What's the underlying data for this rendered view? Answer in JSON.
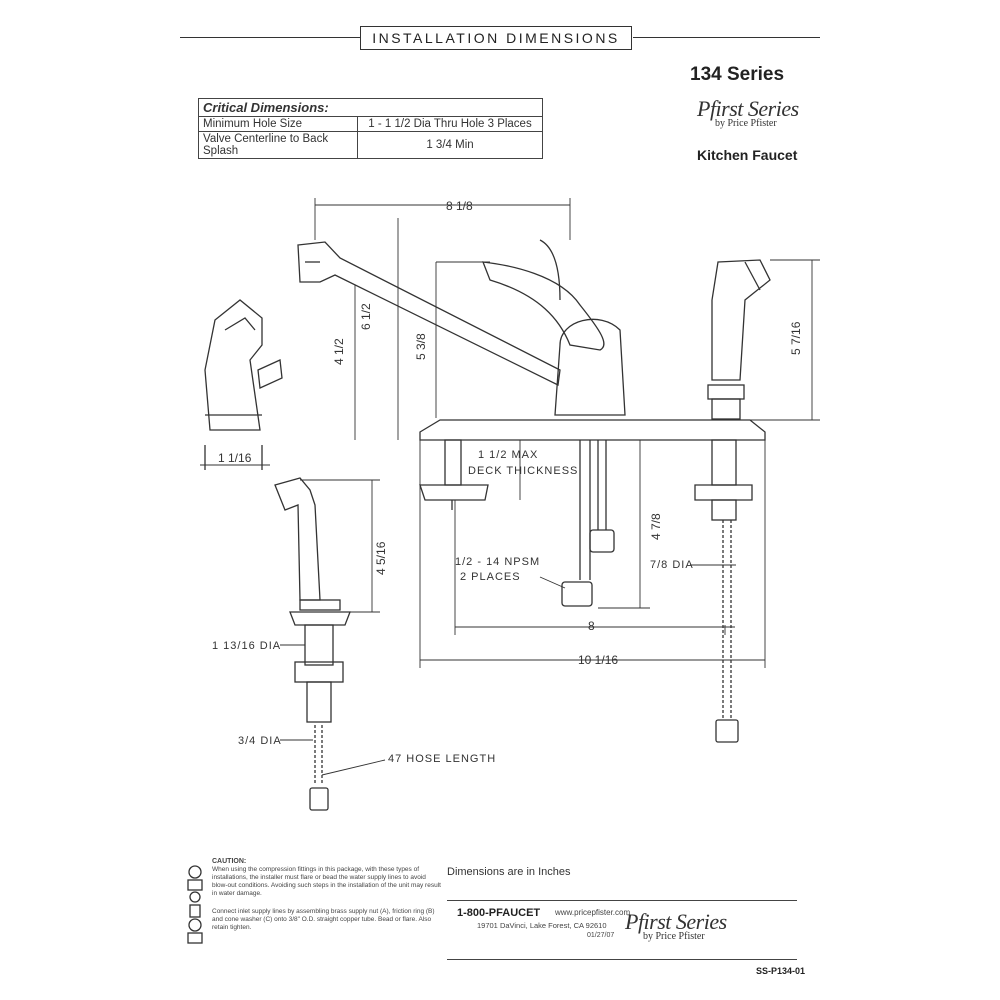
{
  "header": {
    "title": "INSTALLATION DIMENSIONS",
    "series": "134 Series",
    "brand_main": "Pfirst Series",
    "brand_sub": "by Price Pfister",
    "product": "Kitchen Faucet"
  },
  "table": {
    "heading": "Critical Dimensions:",
    "rows": [
      {
        "label": "Minimum Hole Size",
        "value": "1 - 1 1/2 Dia Thru Hole 3 Places"
      },
      {
        "label": "Valve Centerline to Back Splash",
        "value": "1 3/4 Min"
      }
    ]
  },
  "dims": {
    "width_top": "8 1/8",
    "height_6": "6 1/2",
    "height_4": "4 1/2",
    "height_5": "5 3/8",
    "spray_height": "5 7/16",
    "handle_width": "1 1/16",
    "deck_thickness": "1 1/2 MAX",
    "deck_label": "DECK THICKNESS",
    "npsm": "1/2 - 14 NPSM",
    "places": "2 PLACES",
    "shank_dia": "7/8 DIA",
    "below_deck": "4 7/8",
    "spread": "8",
    "base_width": "10 1/16",
    "spray_body": "4 5/16",
    "spray_dia": "1 13/16 DIA",
    "hose_dia": "3/4 DIA",
    "hose_length": "47 HOSE LENGTH"
  },
  "caution": {
    "heading": "CAUTION:",
    "text1": "When using the compression fittings in this package, with these types of installations, the installer must flare or bead the water supply lines to avoid blow-out conditions. Avoiding such steps in the installation of the unit may result in water damage.",
    "text2": "Connect inlet supply lines by assembling brass supply nut (A), friction ring (B) and cone washer (C) onto 3/8\" O.D. straight copper tube. Bead or flare. Also retain tighten."
  },
  "note": "Dimensions are in Inches",
  "footer": {
    "phone": "1-800-PFAUCET",
    "web": "www.pricepfister.com",
    "address": "19701 DaVinci, Lake Forest, CA 92610",
    "code": "01/27/07"
  },
  "doc_number": "SS-P134-01"
}
